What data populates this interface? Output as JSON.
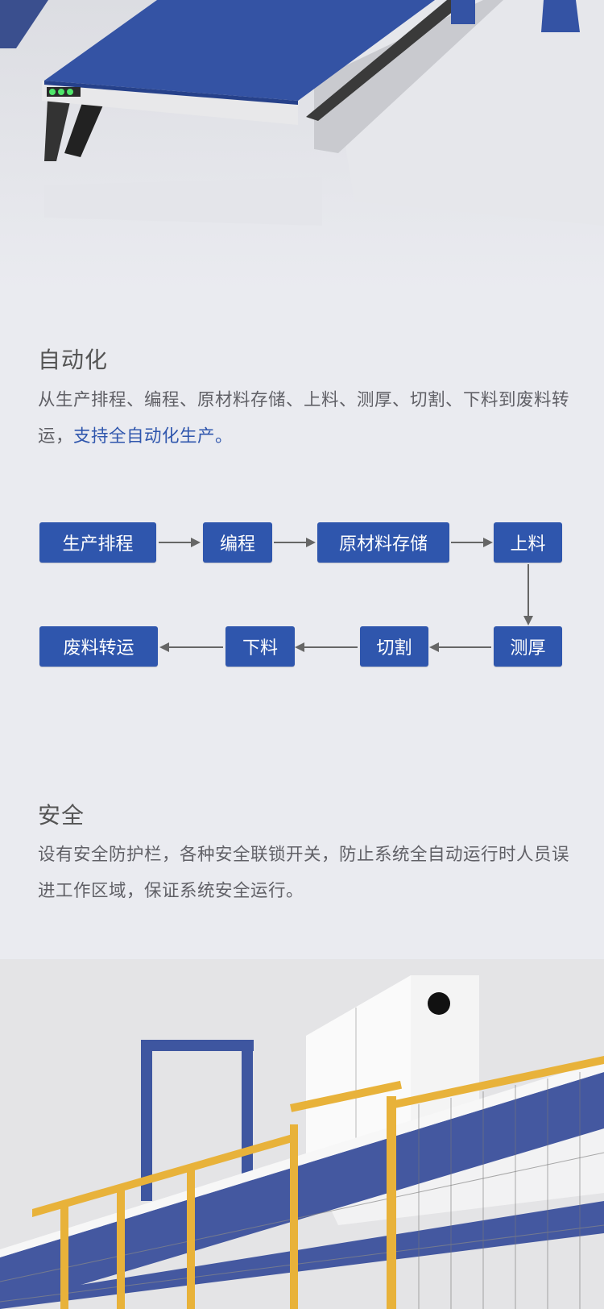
{
  "automation": {
    "title": "自动化",
    "desc_plain": "从生产排程、编程、原材料存储、上料、测厚、切割、下料到废料转运，",
    "desc_highlight": "支持全自动化生产。"
  },
  "flow": {
    "steps": [
      "生产排程",
      "编程",
      "原材料存储",
      "上料",
      "测厚",
      "切割",
      "下料",
      "废料转运"
    ]
  },
  "safety": {
    "title": "安全",
    "desc": "设有安全防护栏，各种安全联锁开关，防止系统全自动运行时人员误进工作区域，保证系统安全运行。"
  },
  "colors": {
    "accent": "#2f56ad",
    "background": "#eaebf0"
  }
}
